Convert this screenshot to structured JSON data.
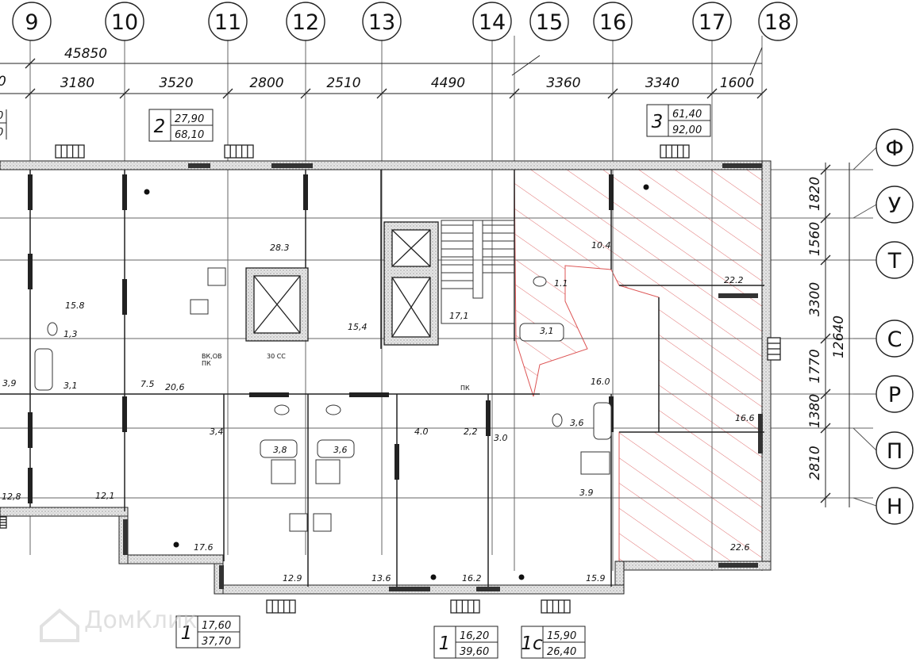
{
  "grid_top": [
    "9",
    "10",
    "11",
    "12",
    "13",
    "14",
    "15",
    "16",
    "17",
    "18"
  ],
  "grid_right": [
    "Ф",
    "У",
    "Т",
    "С",
    "Р",
    "П",
    "Н"
  ],
  "top_dims": {
    "overall": "45850",
    "left_cut": "0",
    "segments": [
      "3180",
      "3520",
      "2800",
      "2510",
      "4490",
      "3360",
      "3340",
      "1600"
    ]
  },
  "right_dims": {
    "segments": [
      "1820",
      "1560",
      "3300",
      "1770",
      "1380",
      "2810"
    ],
    "overall": "12640"
  },
  "apartments": [
    {
      "rooms": "2",
      "area_living": "27,90",
      "area_total": "68,10"
    },
    {
      "rooms": "3",
      "area_living": "61,40",
      "area_total": "92,00"
    },
    {
      "rooms": "1",
      "area_living": "17,60",
      "area_total": "37,70"
    },
    {
      "rooms": "1",
      "area_living": "16,20",
      "area_total": "39,60"
    },
    {
      "rooms": "1с",
      "area_living": "15,90",
      "area_total": "26,40"
    }
  ],
  "left_cut_tag": [
    "0",
    "0"
  ],
  "room_areas": [
    "28.3",
    "15.8",
    "1,3",
    "3,9",
    "3,1",
    "7.5",
    "20,6",
    "15,4",
    "17,1",
    "10.4",
    "1.1",
    "3,1",
    "22.2",
    "16.0",
    "16.6",
    "22.6",
    "3,4",
    "3,8",
    "3,6",
    "4.0",
    "2,2",
    "3.0",
    "3,6",
    "3.9",
    "12,8",
    "12,1",
    "17.6",
    "12.9",
    "13.6",
    "16.2",
    "15.9"
  ],
  "small_labels": [
    "ВК,ОВ",
    "ПК",
    "30 СС",
    "ПК"
  ],
  "watermark": "ДомКлик"
}
